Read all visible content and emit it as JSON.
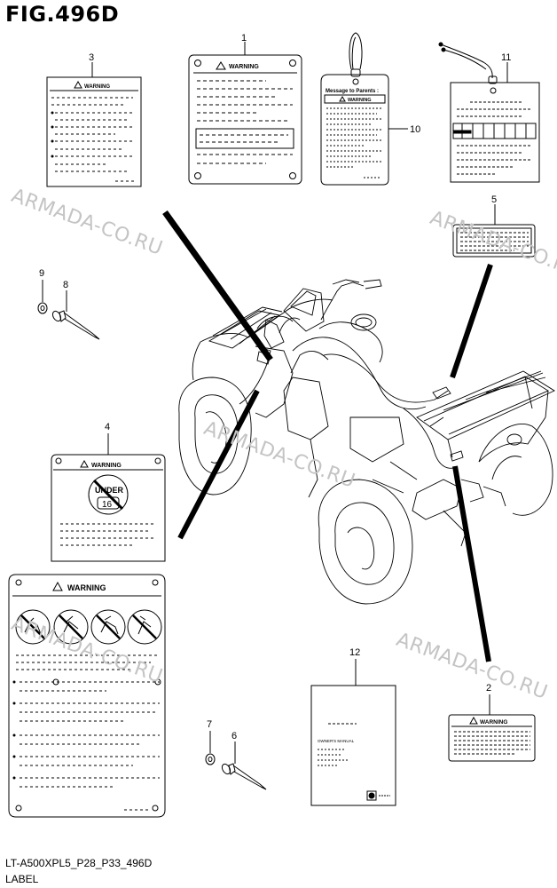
{
  "title": "FIG.496D",
  "code": "LT-A500XPL5_P28_P33_496D",
  "caption": "LABEL",
  "watermark": "ARMADA-CO.RU",
  "callouts": {
    "c1": "1",
    "c2": "2",
    "c3": "3",
    "c4": "4",
    "c5": "5",
    "c6": "6",
    "c7": "7",
    "c8": "8",
    "c9": "9",
    "c10": "10",
    "c11": "11",
    "c12": "12"
  },
  "labels": {
    "warning": "WARNING",
    "message_to_parents": "Message to Parents :",
    "under_top": "UNDER",
    "under_num": "16",
    "owners_manual": "OWNER'S MANUAL"
  }
}
